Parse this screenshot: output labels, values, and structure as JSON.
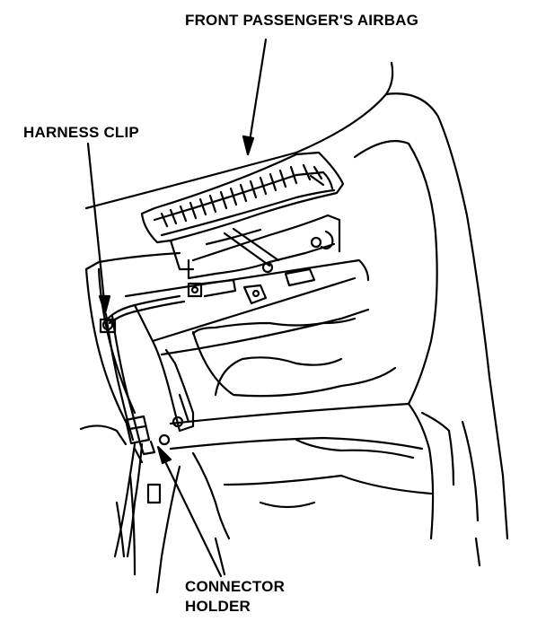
{
  "labels": {
    "airbag": "FRONT PASSENGER'S AIRBAG",
    "harness_clip": "HARNESS CLIP",
    "connector_holder_line1": "CONNECTOR",
    "connector_holder_line2": "HOLDER"
  }
}
